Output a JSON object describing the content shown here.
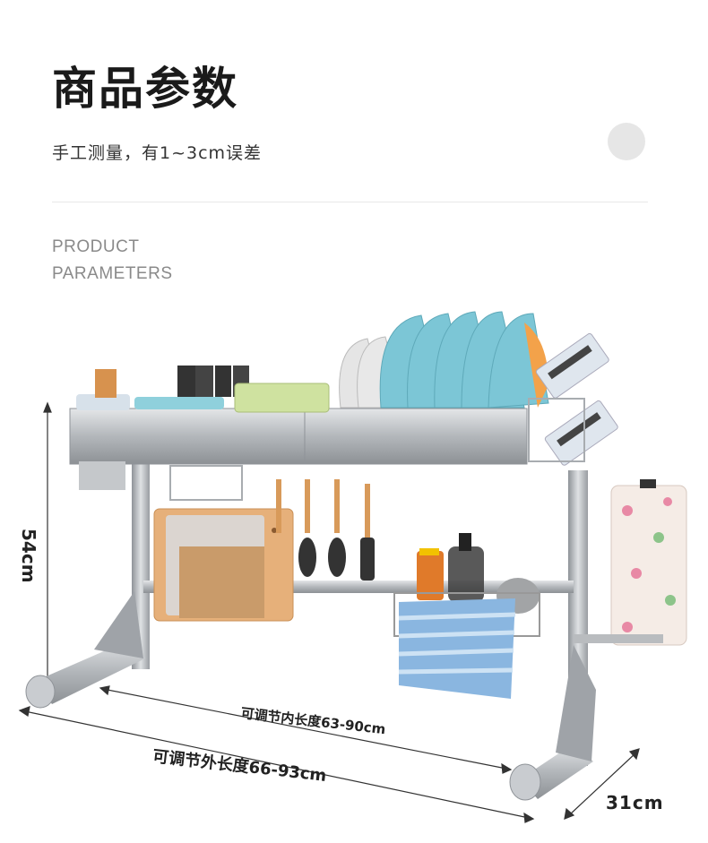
{
  "header": {
    "title": "商品参数",
    "subtitle": "手工测量，有1~3cm误差",
    "en_line1": "PRODUCT",
    "en_line2": "PARAMETERS"
  },
  "dimensions": {
    "height": "54cm",
    "inner_length": "可调节内长度63-90cm",
    "outer_length": "可调节外长度66-93cm",
    "depth": "31cm"
  },
  "colors": {
    "steel": "#b9bcbf",
    "plate_blue": "#7cc6d6",
    "board": "#e6b07a",
    "towel": "#8ab6e0"
  }
}
